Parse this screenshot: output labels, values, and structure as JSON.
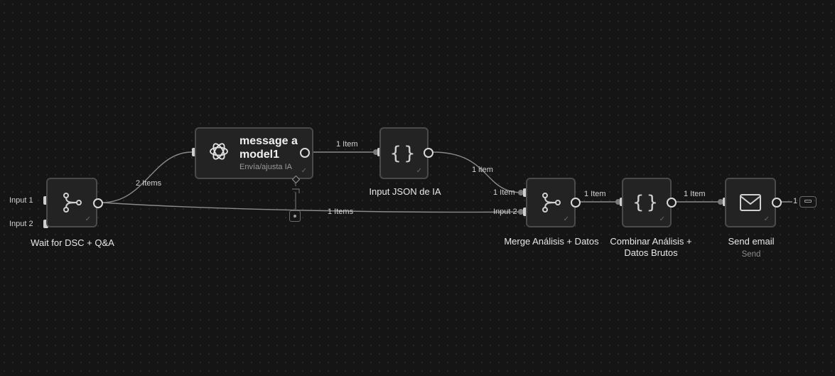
{
  "nodes": {
    "wait": {
      "label": "Wait for DSC + Q&A",
      "inputs": [
        "Input 1",
        "Input 2"
      ]
    },
    "message_model": {
      "title_line1": "message a",
      "title_line2": "model1",
      "subtitle": "Envía/ajusta IA"
    },
    "input_json": {
      "label": "Input JSON de IA"
    },
    "merge": {
      "label": "Merge Análisis + Datos",
      "inputs": [
        "1 Item",
        "Input 2"
      ]
    },
    "combinar": {
      "label_line1": "Combinar Análisis +",
      "label_line2": "Datos Brutos"
    },
    "send_email": {
      "label": "Send email",
      "sublabel": "Send"
    }
  },
  "edges": {
    "wait_to_model": "2 Items",
    "model_to_json": "1 Item",
    "json_to_merge": "1 item",
    "wait_to_merge": "1 Items",
    "merge_to_combinar": "1 Item",
    "combinar_to_send": "1 Item",
    "send_output_count": "1"
  },
  "icons": {
    "wait": "merge-icon",
    "message_model": "openai-icon",
    "input_json": "code-braces-icon",
    "merge": "merge-icon",
    "combinar": "code-braces-icon",
    "send_email": "envelope-icon"
  },
  "colors": {
    "background": "#151515",
    "node_fill": "#232323",
    "node_border": "#4a4a4a",
    "edge": "#8a8a8a"
  }
}
